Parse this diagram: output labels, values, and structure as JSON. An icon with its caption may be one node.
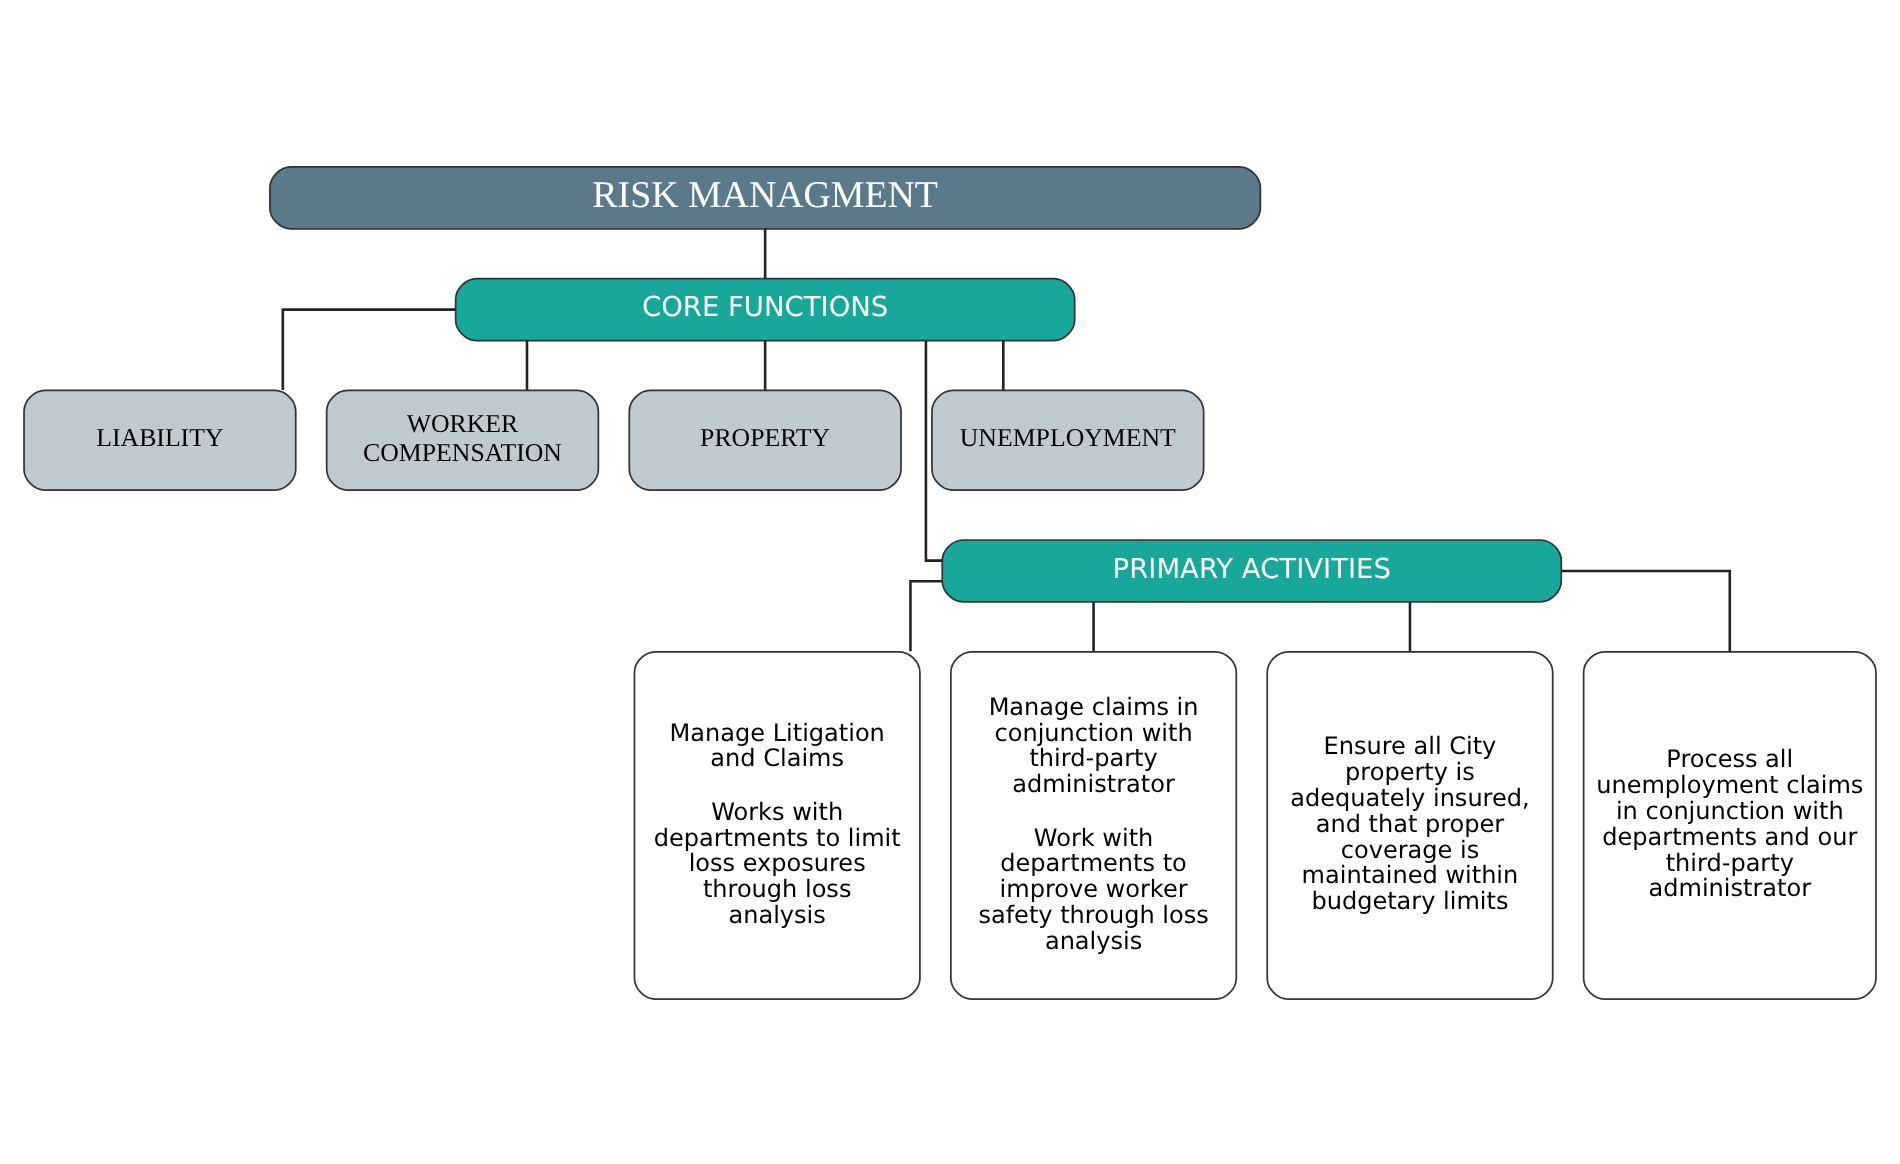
{
  "diagram": {
    "nodes": [
      {
        "text": [
          "RISK MANAGMENT"
        ]
      },
      {
        "text": [
          "CORE FUNCTIONS"
        ]
      },
      {
        "text": [
          "LIABILITY"
        ]
      },
      {
        "text": [
          "WORKER COMPENSATION"
        ]
      },
      {
        "text": [
          "PROPERTY"
        ]
      },
      {
        "text": [
          "UNEMPLOYMENT"
        ]
      },
      {
        "text": [
          "PRIMARY ACTIVITIES"
        ]
      },
      {
        "text": [
          "Manage Litigation and Claims",
          "Works with departments to limit loss exposures through loss analysis"
        ]
      },
      {
        "text": [
          "Manage claims in conjunction with third-party administrator",
          "Work with departments to improve worker safety through loss analysis"
        ]
      },
      {
        "text": [
          "Ensure all City property is adequately insured, and that proper coverage is maintained within budgetary limits"
        ]
      },
      {
        "text": [
          "Process all unemployment claims in conjunction with departments and our third-party administrator"
        ]
      }
    ],
    "edges": [
      {
        "from": 0,
        "to": 1,
        "arrow": "none"
      },
      {
        "from": 1,
        "to": 2,
        "arrow": "none"
      },
      {
        "from": 1,
        "to": 3,
        "arrow": "none"
      },
      {
        "from": 1,
        "to": 4,
        "arrow": "none"
      },
      {
        "from": 1,
        "to": 5,
        "arrow": "none"
      },
      {
        "from": 1,
        "to": 6,
        "arrow": "none"
      },
      {
        "from": 6,
        "to": 7,
        "arrow": "none"
      },
      {
        "from": 6,
        "to": 8,
        "arrow": "none"
      },
      {
        "from": 6,
        "to": 9,
        "arrow": "none"
      },
      {
        "from": 6,
        "to": 10,
        "arrow": "none"
      }
    ]
  }
}
